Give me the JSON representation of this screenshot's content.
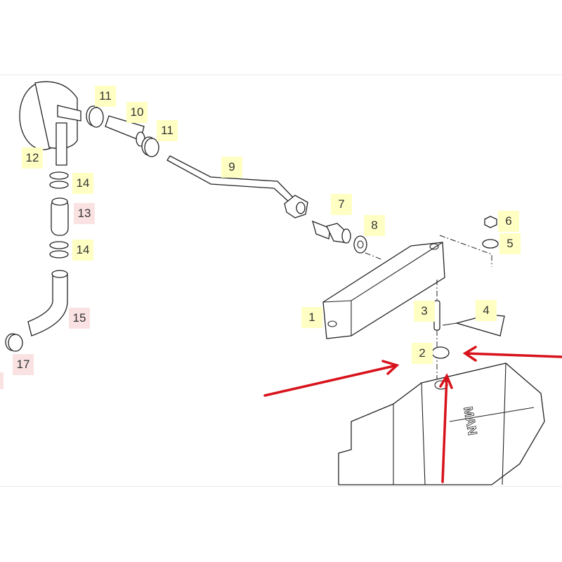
{
  "diagram": {
    "logo_text": "MAN",
    "colors": {
      "label_yellow": "#ffffc4",
      "label_pink": "#fbe2e2",
      "arrow": "#d8121b"
    },
    "labels": [
      {
        "number": "11",
        "tone": "yellow"
      },
      {
        "number": "10",
        "tone": "yellow"
      },
      {
        "number": "11",
        "tone": "yellow"
      },
      {
        "number": "9",
        "tone": "yellow"
      },
      {
        "number": "12",
        "tone": "yellow"
      },
      {
        "number": "14",
        "tone": "yellow"
      },
      {
        "number": "13",
        "tone": "pink"
      },
      {
        "number": "14",
        "tone": "yellow"
      },
      {
        "number": "15",
        "tone": "pink"
      },
      {
        "number": "17",
        "tone": "pink"
      },
      {
        "number": "7",
        "tone": "yellow"
      },
      {
        "number": "8",
        "tone": "yellow"
      },
      {
        "number": "6",
        "tone": "yellow"
      },
      {
        "number": "5",
        "tone": "yellow"
      },
      {
        "number": "1",
        "tone": "yellow"
      },
      {
        "number": "3",
        "tone": "yellow"
      },
      {
        "number": "4",
        "tone": "yellow"
      },
      {
        "number": "2",
        "tone": "yellow"
      }
    ]
  }
}
